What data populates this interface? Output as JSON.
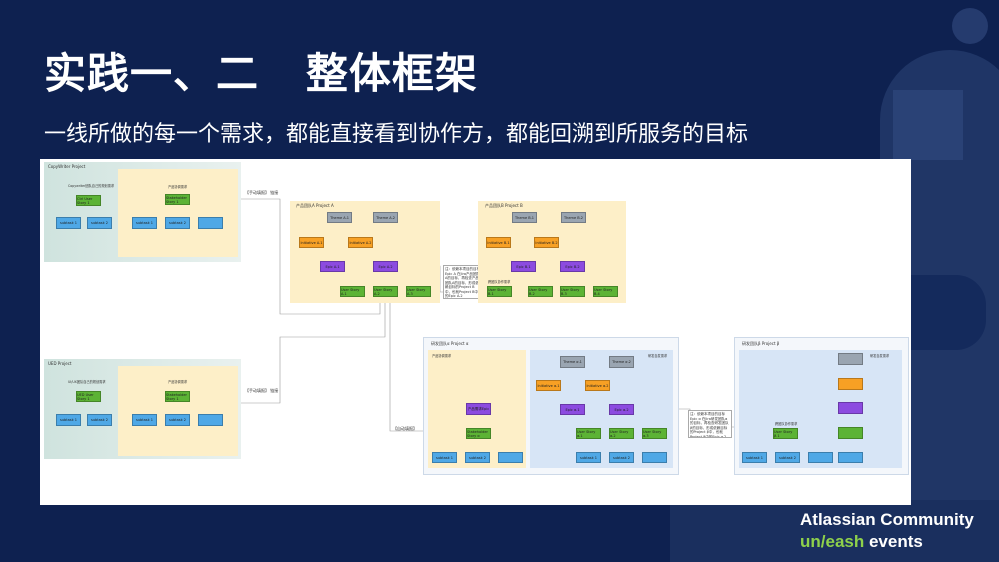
{
  "slide": {
    "title": "实践一、二   整体框架",
    "subtitle": "一线所做的每一个需求，都能直接看到协作方，都能回溯到所服务的目标"
  },
  "diagram": {
    "copywriter_project": {
      "title": "CopyWriter Project",
      "team_label": "Copywriter团队自己的规划需求",
      "team_story": "Ctrl User Story 1",
      "team_subtasks": [
        "subtask 1",
        "subtask 2"
      ],
      "product_label": "产品协调需求",
      "product_story": "Stakeholder Story 1",
      "product_subtasks": [
        "subtask 1",
        "subtask 2",
        ""
      ]
    },
    "uiux_project": {
      "title": "UED Project",
      "team_label": "UI/UX团队自己的规划需求",
      "team_story": "UED User Story 1",
      "team_subtasks": [
        "subtask 1",
        "subtask 2"
      ],
      "product_label": "产品协调需求",
      "product_story": "Stakeholder Story 1",
      "product_subtasks": [
        "subtask 1",
        "subtask 2",
        ""
      ]
    },
    "link_labels": {
      "manual_link_1": "【手动填报】 链接",
      "manual_link_2": "【手动填报】 链接",
      "auto_link": "【自动填报】"
    },
    "project_a": {
      "title": "产品团队A Project A",
      "themes": [
        "Theme A.1",
        "Theme A.2"
      ],
      "initiatives": [
        "Initiative A.1",
        "Initiative A.2"
      ],
      "epics": [
        "Epic A.1",
        "Epic A.2"
      ],
      "stories": [
        "User Story A.1",
        "User Story A.2",
        "User Story A.3"
      ],
      "note": "注：依赖本项目的目标Epic A 在Jira产品团队A的目标，再检查产品团队A的目标，形成依赖目标的Project B中，也就Project B中的Epic A.2"
    },
    "project_b": {
      "title": "产品团队B Project B",
      "themes": [
        "Theme B.1",
        "Theme B.2"
      ],
      "initiatives": [
        "Initiative B.1",
        "Initiative B.2"
      ],
      "epics": [
        "Epic B.1",
        "Epic B.2"
      ],
      "dependency_label": "跨团队协作需求",
      "stories": [
        "User Story B.1",
        "User Story B.2",
        "User Story B.3",
        "User Story B.4"
      ]
    },
    "project_alpha": {
      "title": "研发团队α Project α",
      "left_label": "产品协调需求",
      "right_label": "研发自发需求",
      "left_epic": "产品需求Epic",
      "left_story": "Stakeholder Story α",
      "left_subtasks": [
        "subtask 1",
        "subtask 2",
        ""
      ],
      "themes": [
        "Theme α.1",
        "Theme α.2"
      ],
      "initiatives": [
        "Initiative α.1",
        "Initiative α.2"
      ],
      "epics": [
        "Epic α.1",
        "Epic α.2"
      ],
      "stories": [
        "User Story α.1",
        "User Story α.2",
        "User Story α.3"
      ],
      "story_subtasks": [
        "subtask 1",
        "subtask 2",
        ""
      ],
      "note": "注：依赖本项目的目标Epic α 在Jira研发团队α的目标，再检查研发团队β的目标，形成依赖目标的Project β中，也就Project β中的Epic α.2"
    },
    "project_beta": {
      "title": "研发团队β Project β",
      "right_label": "研发自发需求",
      "dependency_label": "跨团队协作需求",
      "story": "User Story β.1",
      "subtasks": [
        "subtask 1",
        "subtask 2",
        ""
      ]
    }
  },
  "branding": {
    "line1": "Atlassian Community",
    "line2_green": "un/eash",
    "line2_white": " events"
  },
  "colors": {
    "background": "#0e2150",
    "theme_gray": "#9aa5b1",
    "initiative_orange": "#f7a024",
    "epic_purple": "#8c4be0",
    "story_green": "#5cb335",
    "subtask_blue": "#4fa8e6",
    "brand_green": "#8ed14b"
  }
}
